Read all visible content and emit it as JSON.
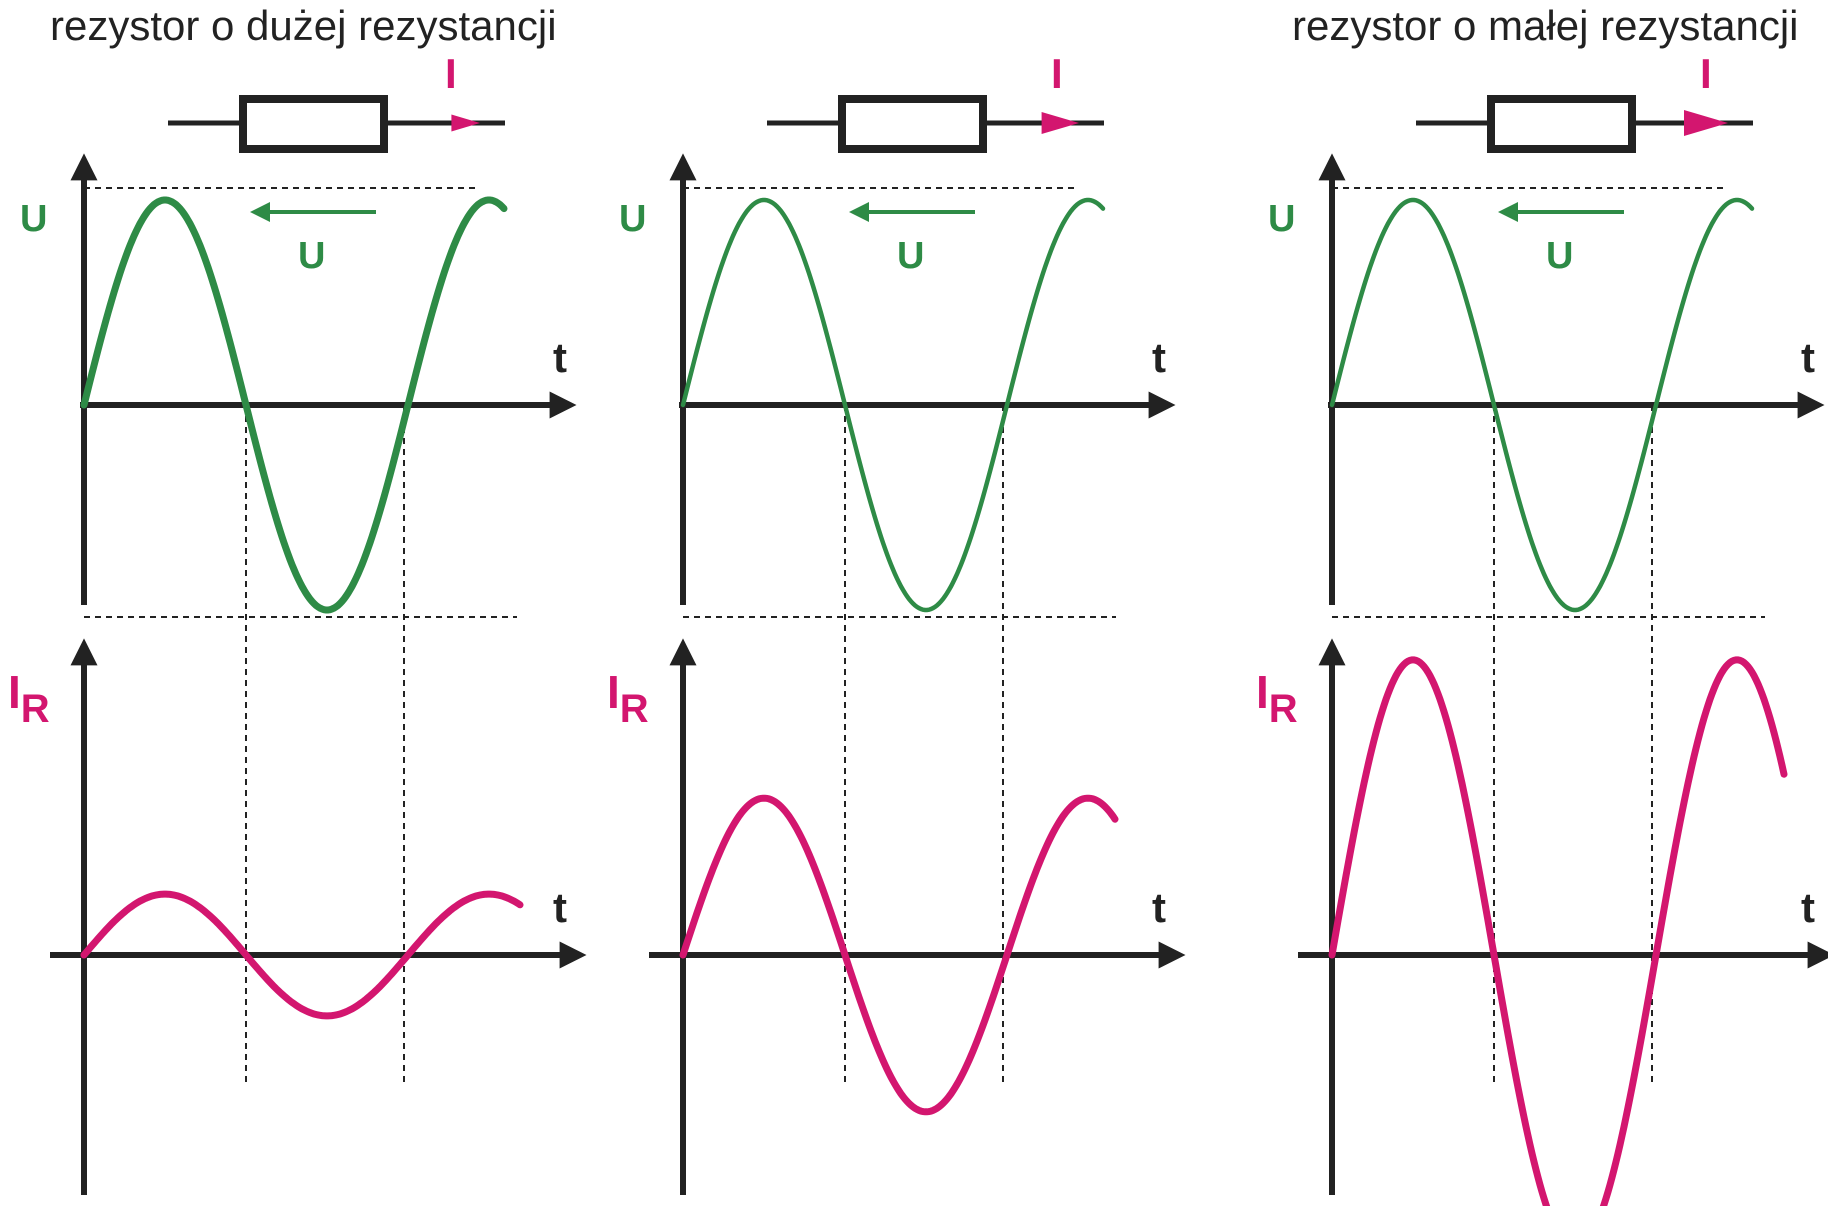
{
  "titles": {
    "left": "rezystor o dużej rezystancji",
    "right": "rezystor o małej rezystancji"
  },
  "labels": {
    "current": "I",
    "voltage": "U",
    "time": "t",
    "current_axis_main": "I",
    "current_axis_sub": "R"
  },
  "colors": {
    "voltage": "#2e8b46",
    "current": "#d3166f",
    "axis": "#222222",
    "guide": "#222222"
  },
  "panels": [
    {
      "id": "high-resistance",
      "voltage_amplitude": 1.0,
      "current_amplitude": 0.33,
      "resistor_arrow_scale": 0.65
    },
    {
      "id": "medium-resistance",
      "voltage_amplitude": 1.0,
      "current_amplitude": 0.85,
      "resistor_arrow_scale": 0.85
    },
    {
      "id": "low-resistance",
      "voltage_amplitude": 1.0,
      "current_amplitude": 1.6,
      "resistor_arrow_scale": 1.0
    }
  ]
}
